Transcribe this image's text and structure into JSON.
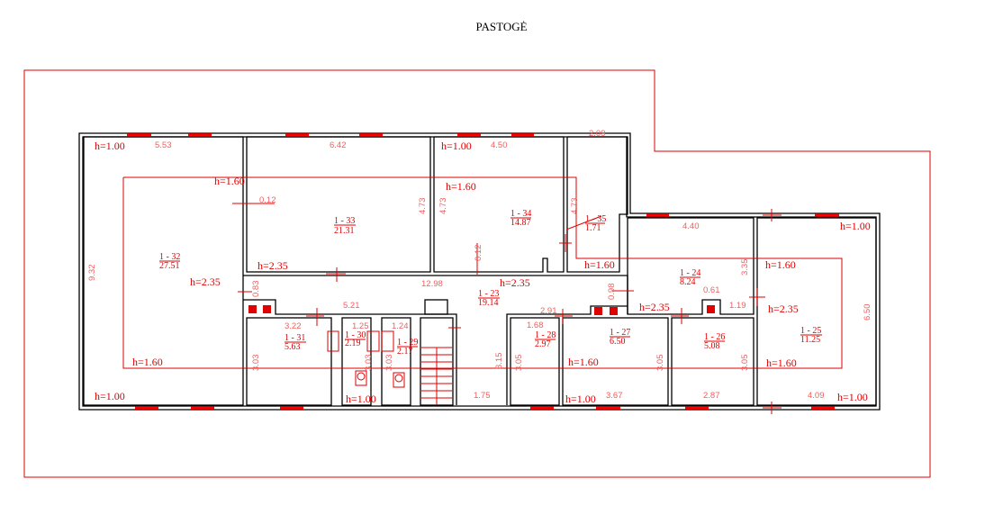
{
  "title": "PASTOGĖ",
  "rooms": [
    {
      "id": "1 - 32",
      "area": "27.51"
    },
    {
      "id": "1 - 33",
      "area": "21.31"
    },
    {
      "id": "1 - 34",
      "area": "14.87"
    },
    {
      "id": "1 - 35",
      "area": "1.71"
    },
    {
      "id": "1 - 23",
      "area": "19.14"
    },
    {
      "id": "1 - 31",
      "area": "5.63"
    },
    {
      "id": "1 - 30",
      "area": "2.19"
    },
    {
      "id": "1 - 29",
      "area": "2.17"
    },
    {
      "id": "1 - 28",
      "area": "2.97"
    },
    {
      "id": "1 - 27",
      "area": "6.50"
    },
    {
      "id": "1 - 26",
      "area": "5.08"
    },
    {
      "id": "1 - 24",
      "area": "8.24"
    },
    {
      "id": "1 - 25",
      "area": "11.25"
    }
  ],
  "heights": {
    "h100": "h=1.00",
    "h160": "h=1.60",
    "h235": "h=2.35"
  },
  "dims": [
    "5.53",
    "6.42",
    "4.50",
    "2.09",
    "4.40",
    "0.12",
    "4.73",
    "4.73",
    "4.73",
    "9.32",
    "0.83",
    "12.98",
    "5.21",
    "3.22",
    "1.25",
    "1.24",
    "0.12",
    "0.98",
    "2.91",
    "1.68",
    "0.61",
    "3.35",
    "1.19",
    "6.50",
    "3.03",
    "3.03",
    "3.03",
    "3.15",
    "3.05",
    "3.05",
    "3.05",
    "1.75",
    "3.67",
    "2.87",
    "4.09"
  ]
}
